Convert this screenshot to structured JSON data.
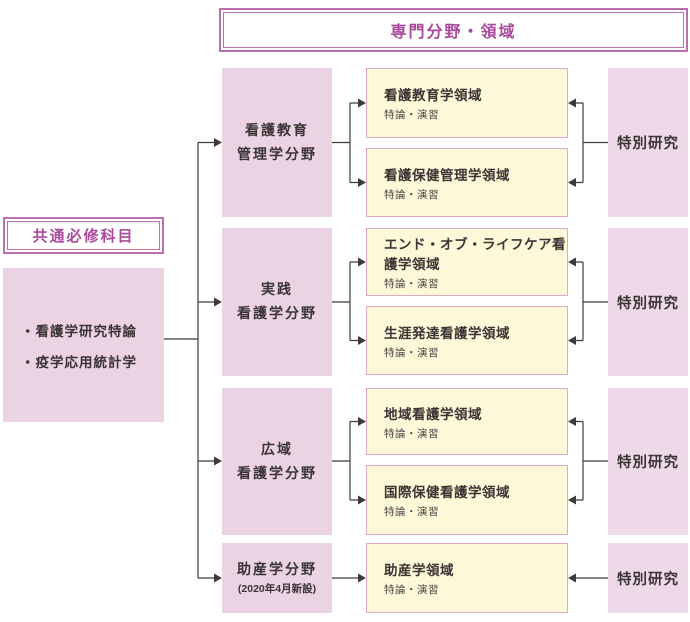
{
  "diagram_title": "専門分野・領域",
  "palette": {
    "pink_box": "#ecd3e4",
    "cream_box": "#fdf8d7",
    "cream_border": "#dfa9c7",
    "purple_border": "#bb6fb0",
    "header_text": "#aa4a9c",
    "body_text": "#3a3434",
    "line": "#3f3a3a"
  },
  "left": {
    "header": "共通必修科目",
    "items": [
      "・看護学研究特論",
      "・疫学応用統計学"
    ]
  },
  "groups": [
    {
      "field": {
        "lines": [
          "看護教育",
          "管理学分野"
        ]
      },
      "areas": [
        {
          "title": "看護教育学領域",
          "sub": "特論・演習"
        },
        {
          "title": "看護保健管理学領域",
          "sub": "特論・演習"
        }
      ],
      "research": "特別研究"
    },
    {
      "field": {
        "lines": [
          "実践",
          "看護学分野"
        ]
      },
      "areas": [
        {
          "title": "エンド・オブ・ライフケア看護学領域",
          "sub": "特論・演習"
        },
        {
          "title": "生涯発達看護学領域",
          "sub": "特論・演習"
        }
      ],
      "research": "特別研究"
    },
    {
      "field": {
        "lines": [
          "広域",
          "看護学分野"
        ]
      },
      "areas": [
        {
          "title": "地域看護学領域",
          "sub": "特論・演習"
        },
        {
          "title": "国際保健看護学領域",
          "sub": "特論・演習"
        }
      ],
      "research": "特別研究"
    },
    {
      "field": {
        "lines": [
          "助産学分野"
        ],
        "note": "(2020年4月新設)"
      },
      "areas": [
        {
          "title": "助産学領域",
          "sub": "特論・演習"
        }
      ],
      "research": "特別研究"
    }
  ]
}
